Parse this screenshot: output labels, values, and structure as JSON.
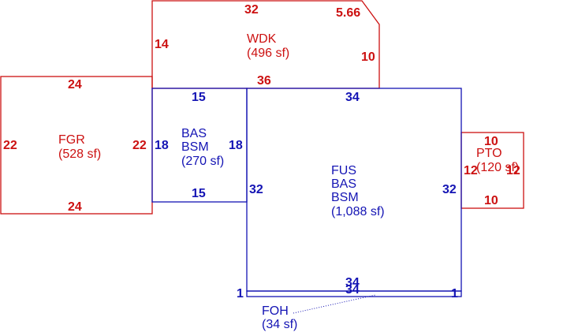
{
  "colors": {
    "exterior": "#cc1111",
    "interior": "#1414b4"
  },
  "areas": {
    "wdk": {
      "code": "WDK",
      "area": "(496 sf)"
    },
    "fgr": {
      "code": "FGR",
      "area": "(528 sf)"
    },
    "bas_bsm": {
      "code1": "BAS",
      "code2": "BSM",
      "area": "(270 sf)"
    },
    "fus": {
      "code1": "FUS",
      "code2": "BAS",
      "code3": "BSM",
      "area": "(1,088 sf)"
    },
    "pto": {
      "code": "PTO",
      "area": "(120 sf)"
    },
    "foh": {
      "code": "FOH",
      "area": "(34 sf)"
    }
  },
  "dims": {
    "wdk_top": "32",
    "wdk_diag": "5.66",
    "wdk_left": "14",
    "wdk_right": "10",
    "wdk_bottom": "36",
    "fgr_top": "24",
    "fgr_bottom": "24",
    "fgr_left": "22",
    "fgr_right": "22",
    "bas_top": "15",
    "bas_bottom": "15",
    "bas_left": "18",
    "bas_right": "18",
    "fus_top": "34",
    "fus_left": "32",
    "fus_right": "32",
    "pto_top": "10",
    "pto_bottom": "10",
    "pto_left": "12",
    "pto_right": "12",
    "foh_top": "34",
    "foh_bottom": "34",
    "foh_left": "1",
    "foh_right": "1"
  }
}
